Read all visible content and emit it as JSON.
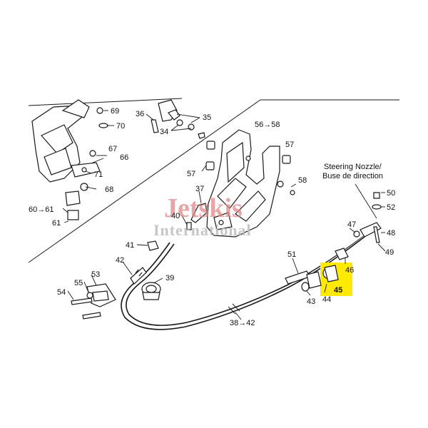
{
  "labels": {
    "p69": "69",
    "p70": "70",
    "p36": "36",
    "p35": "35",
    "p34": "34",
    "p56_58": "56→58",
    "p67": "67",
    "p66": "66",
    "p71": "71",
    "p57a": "57",
    "p57b": "57",
    "p68": "68",
    "p58": "58",
    "p60_61": "60→61",
    "p37": "37",
    "p61": "61",
    "p40": "40",
    "p41": "41",
    "p42": "42",
    "p39": "39",
    "p53": "53",
    "p55": "55",
    "p54": "54",
    "p51": "51",
    "p47": "47",
    "p46": "46",
    "p45": "45",
    "p44": "44",
    "p43": "43",
    "p50": "50",
    "p52": "52",
    "p48": "48",
    "p49": "49",
    "p38_42": "38→42"
  },
  "callout": {
    "line1": "Steering Nozzle/",
    "line2": "Buse de direction"
  },
  "watermark": {
    "line1": "Jetskis",
    "line2": "International"
  },
  "colors": {
    "highlight": "#ffea00",
    "watermark_red": "#e08a8a",
    "watermark_gray": "#bdbdbd",
    "line": "#1a1a1a"
  }
}
